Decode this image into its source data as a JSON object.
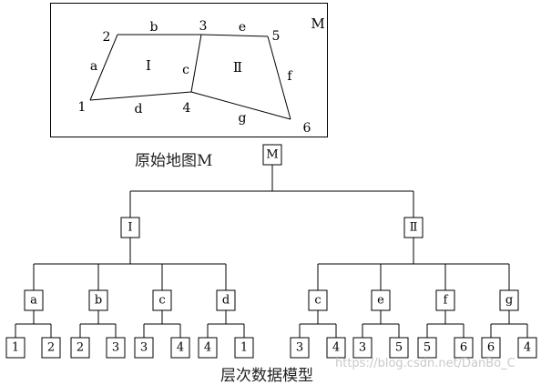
{
  "map": {
    "name": "M",
    "polygons": [
      "Ⅰ",
      "Ⅱ"
    ],
    "vertices": [
      "1",
      "2",
      "3",
      "4",
      "5",
      "6"
    ],
    "edges": [
      "a",
      "b",
      "c",
      "d",
      "e",
      "f",
      "g"
    ]
  },
  "captions": {
    "map_caption": "原始地图M",
    "model_caption": "层次数据模型"
  },
  "tree": {
    "label": "M",
    "children": [
      {
        "label": "Ⅰ",
        "children": [
          {
            "label": "a",
            "children": [
              {
                "label": "1"
              },
              {
                "label": "2"
              }
            ]
          },
          {
            "label": "b",
            "children": [
              {
                "label": "2"
              },
              {
                "label": "3"
              }
            ]
          },
          {
            "label": "c",
            "children": [
              {
                "label": "3"
              },
              {
                "label": "4"
              }
            ]
          },
          {
            "label": "d",
            "children": [
              {
                "label": "4"
              },
              {
                "label": "1"
              }
            ]
          }
        ]
      },
      {
        "label": "Ⅱ",
        "children": [
          {
            "label": "c",
            "children": [
              {
                "label": "3"
              },
              {
                "label": "4"
              }
            ]
          },
          {
            "label": "e",
            "children": [
              {
                "label": "3"
              },
              {
                "label": "5"
              }
            ]
          },
          {
            "label": "f",
            "children": [
              {
                "label": "5"
              },
              {
                "label": "6"
              }
            ]
          },
          {
            "label": "g",
            "children": [
              {
                "label": "6"
              },
              {
                "label": "4"
              }
            ]
          }
        ]
      }
    ]
  },
  "watermark": "https://blog.csdn.net/DanBo_C"
}
